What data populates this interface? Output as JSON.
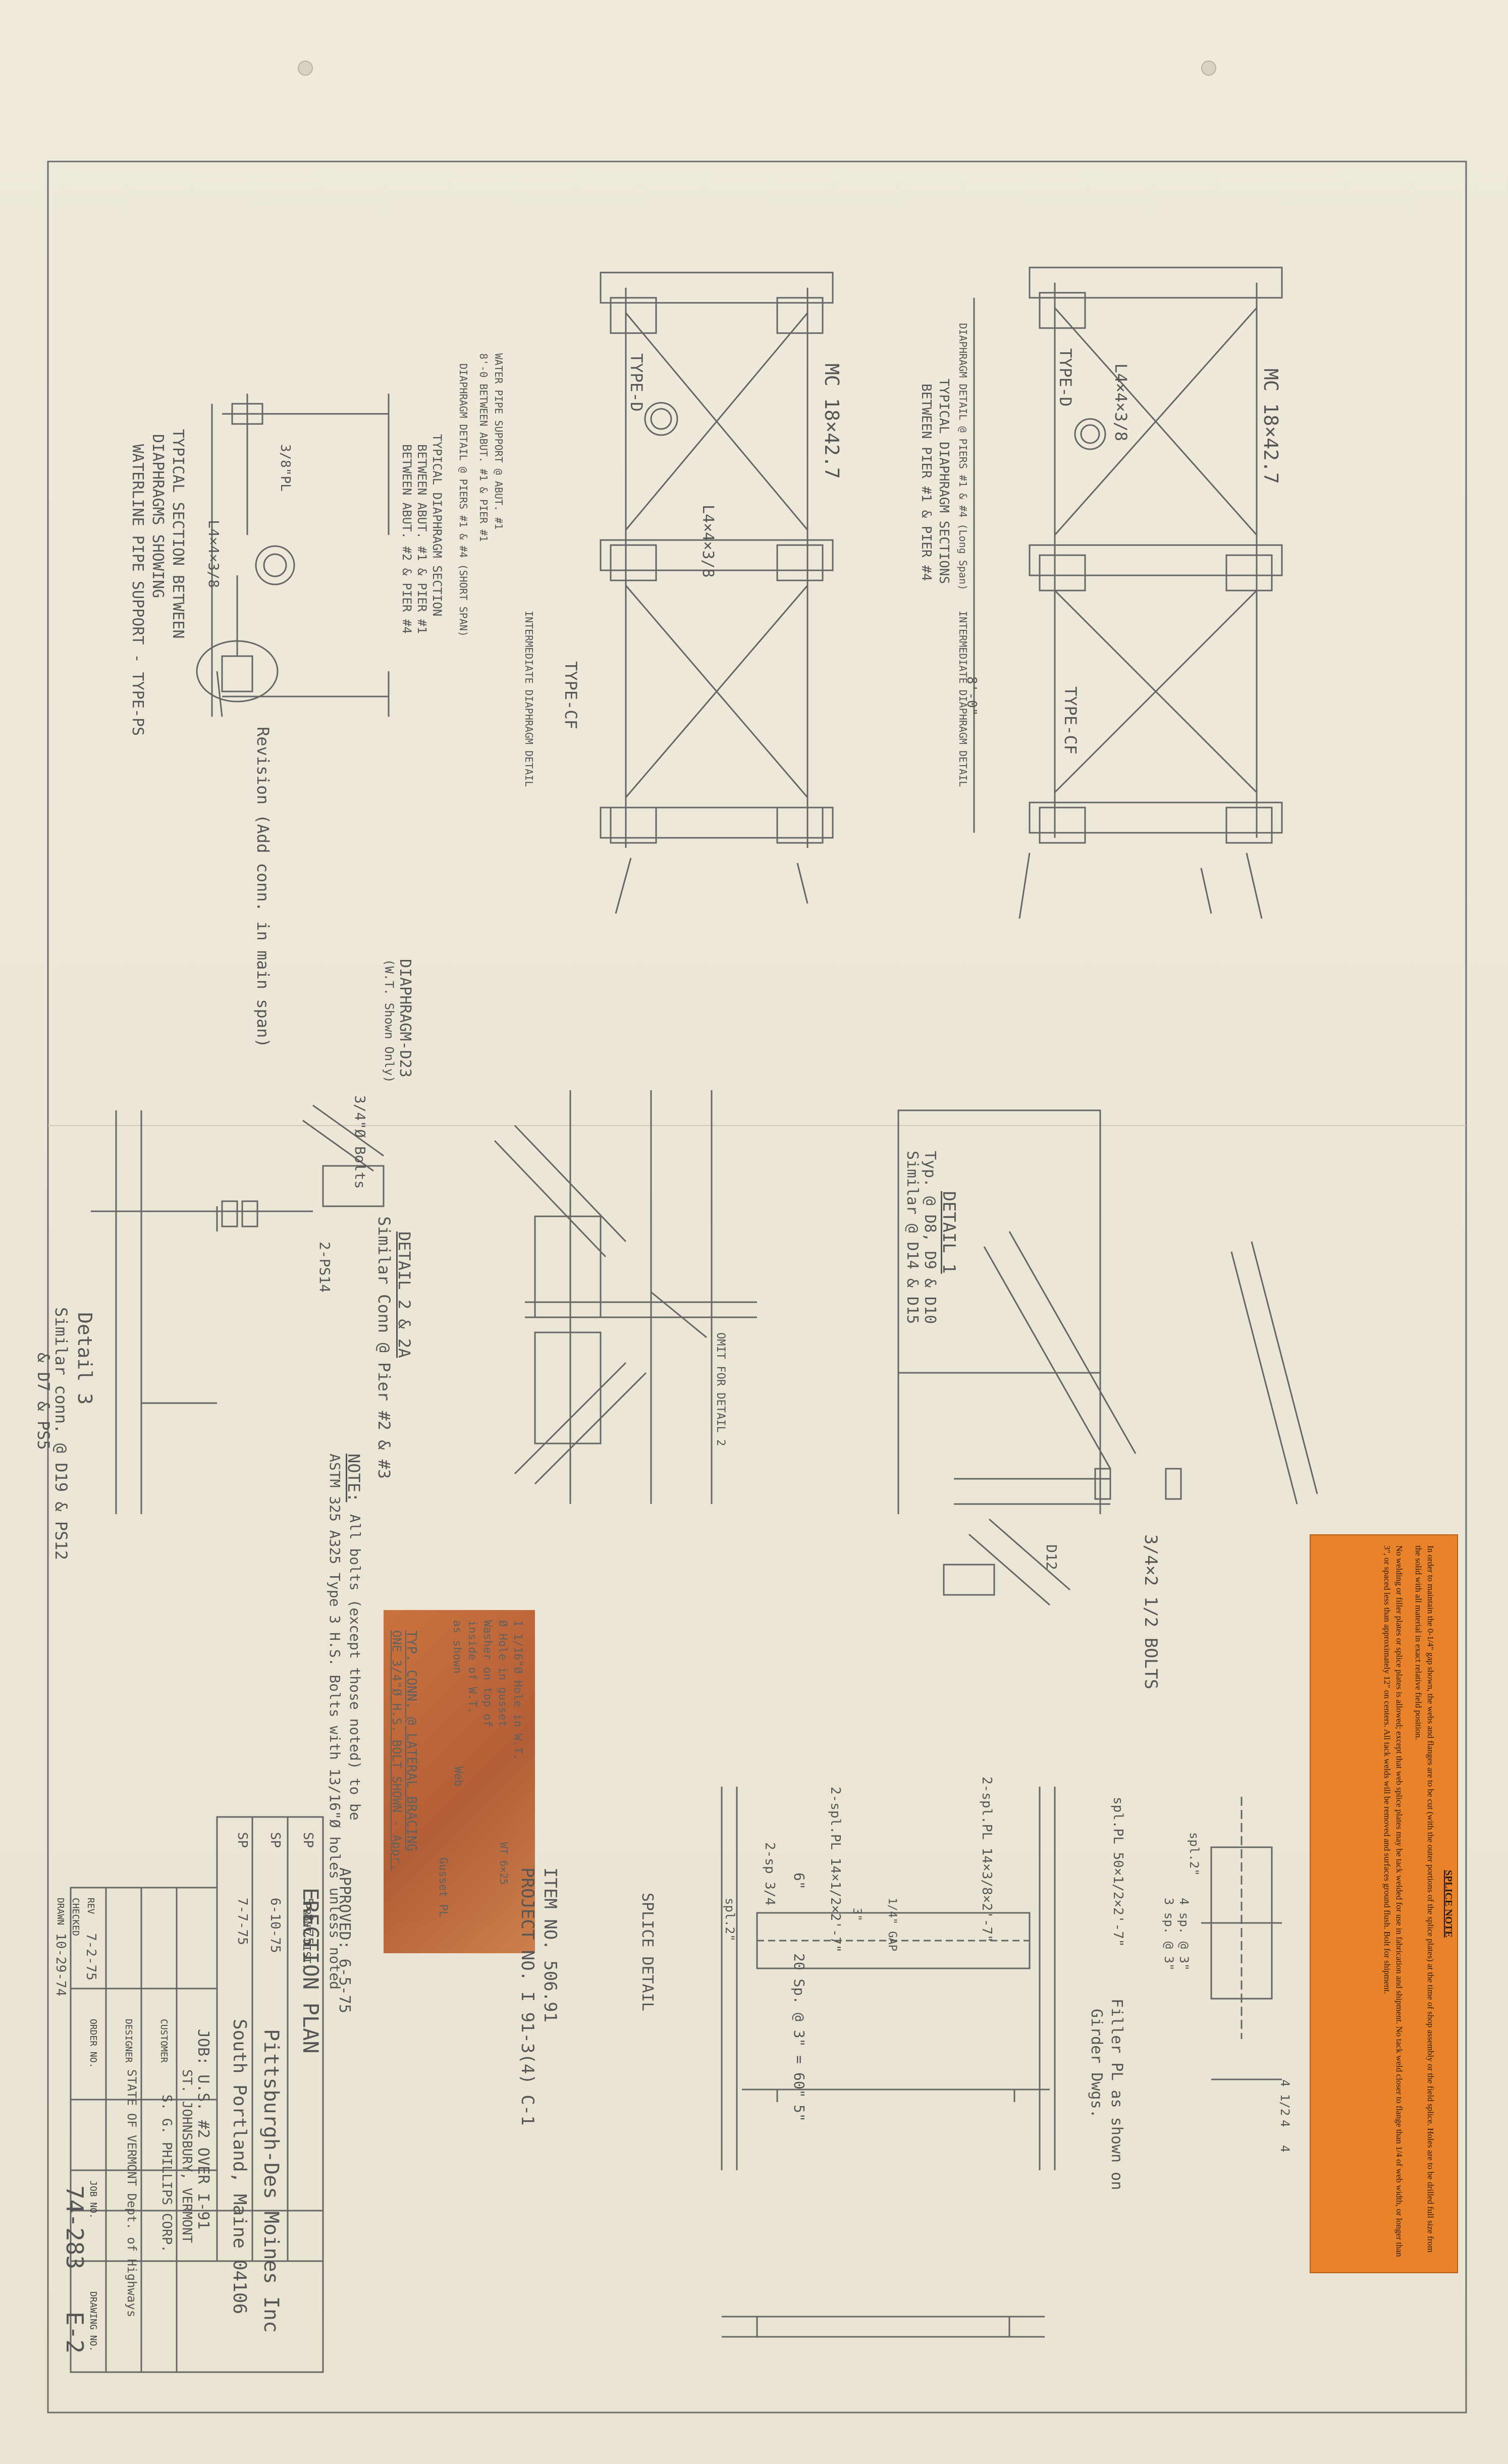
{
  "splice_note": {
    "heading": "SPLICE NOTE",
    "paragraph1": "In order to maintain the 0-1/4\" gap shown, the webs and flanges are to be cut (with the outer portions of the splice plates) at the time of shop assembly or the field splice. Holes are to be drilled full size from the solid with all material in exact relative field position.",
    "paragraph2": "No welding or filler plates or splice plates is allowed; except that web splice plates may be tack welded for use in fabrication and shipment. No tack weld closer to flange than 1/4 of web width, or longer than 3\", or spaced less than approximately 12\" on centers. All tack welds will be removed and surfaces ground flush. Bolt for shipment."
  },
  "top_sections_left": {
    "shape_top": "MC 18×42.7",
    "type_d": "TYPE-D",
    "type_cf": "TYPE-CF",
    "angle1": "L4×4×3/8",
    "caption1": "DIAPHRAGM DETAIL @ PIERS #1 & #4 (Long Span)",
    "caption2": "TYPICAL DIAPHRAGM SECTIONS",
    "caption3": "BETWEEN PIER #1 & PIER #4",
    "dim": "8'-0\"",
    "intermediate": "INTERMEDIATE DIAPHRAGM DETAIL"
  },
  "top_sections_middle": {
    "shape_top": "MC 18×42.7",
    "type_d": "TYPE-D",
    "type_cf": "TYPE-CF",
    "angle1": "L4×4×3/8",
    "caption_a": "WATER PIPE SUPPORT @ ABUT. #1",
    "caption_b": "8'-0 BETWEEN ABUT. #1 & PIER #1",
    "caption_c": "DIAPHRAGM DETAIL @ PIERS #1 & #4 (SHORT SPAN)",
    "caption_d": "TYPICAL DIAPHRAGM SECTION",
    "caption_e": "BETWEEN ABUT. #1 & PIER #1",
    "caption_f": "BETWEEN ABUT. #2 & PIER #4",
    "intermediate": "INTERMEDIATE DIAPHRAGM DETAIL"
  },
  "left_section": {
    "angle": "L4×4×3/8",
    "plate": "3/8\"PL",
    "title1": "TYPICAL SECTION BETWEEN",
    "title2": "DIAPHRAGMS SHOWING",
    "title3": "WATERLINE PIPE SUPPORT - TYPE-PS",
    "revision": "Revision (Add conn. in main span)"
  },
  "detail_2": {
    "label1": "DIAPHRAGM-D23",
    "label2": "(W.T. Shown Only)",
    "bolt": "3/4\"Ø Bolts",
    "plate": "2-PS14",
    "title": "DETAIL 2 & 2A",
    "similar": "Similar Conn @ Pier #2 & #3"
  },
  "detail_3": {
    "title": "Detail 3",
    "similar1": "Similar conn. @ D19 & PS12",
    "similar2": "& D7 & PS5"
  },
  "center_detail": {
    "omit_note": "OMIT FOR DETAIL 2"
  },
  "detail_1": {
    "title": "DETAIL 1",
    "note1": "Typ. @ D8, D9 & D10",
    "note2": "Similar @ D14 & D15",
    "piece": "D12",
    "bolts": "3/4×2 1/2 BOLTS"
  },
  "notes": {
    "heading": "NOTE:",
    "line1": "All bolts (except those noted) to be",
    "line2": "ASTM 325 A325 Type 3 H.S. Bolts with 13/16\"Ø holes unless noted"
  },
  "tape_note": {
    "line1": "1 1/16\"Ø Hole in W.T.",
    "line2": "Ø Hole in gusset",
    "line3": "Washer on top of",
    "line4": "inside of W.T.",
    "line5": "as shown",
    "web": "Web",
    "gusset": "Gusset PL",
    "wt": "WT 6×25",
    "title1": "TYP. CONN. @ LATERAL BRACING",
    "title2": "ONE 3/4\"Ø H.S. BOLT SHOWN - Appr."
  },
  "approved": "APPROVED: 6-5-75",
  "splice_detail": {
    "title": "SPLICE DETAIL",
    "plate_a": "2-spl.PL 14×1/2×2'-7\"",
    "plate_b": "2-spl.PL 14×3/8×2'-7\"",
    "plate_c": "2-sp 3/4",
    "web_plate": "spl.PL 50×1/2×2'-7\"",
    "dim_left": "5\"",
    "dim_mid": "20 Sp. @ 3\" = 60\"",
    "dim_right": "6\"",
    "filler": "Filler PL as shown on",
    "filler2": "Girder Dwgs.",
    "spl2": "spl.2\"",
    "gap": "1/4\" GAP",
    "flange_dim": "3\"",
    "side_dims": [
      "4 1/2",
      "4",
      "4"
    ],
    "side_note1": "4 sp. @ 3\"",
    "side_note2": "3 sp. @ 3\"",
    "side_top": "spl.2\""
  },
  "item": {
    "line1": "ITEM NO. 506.91",
    "line2": "PROJECT NO. I 91-3(4) C-1"
  },
  "title_block": {
    "sheet_title": "ERECTION PLAN",
    "company": "Pittsburgh-Des Moines Inc",
    "company2": "South Portland, Maine 04106",
    "job": "JOB: U.S. #2 OVER I-91",
    "location": "ST. JOHNSBURY, VERMONT",
    "customer_label": "CUSTOMER",
    "customer": "S. G. PHILLIPS CORP.",
    "designer_label": "DESIGNER",
    "designer": "STATE OF VERMONT Dept. of Highways",
    "order_label": "ORDER NO.",
    "job_label": "JOB NO.",
    "drawing_label": "DRAWING NO.",
    "job_no": "74-283",
    "drawing_no": "E-2",
    "print_dist": "PRINT DIST.",
    "rows": [
      {
        "code": "SP",
        "date": "5-8-75"
      },
      {
        "code": "SP",
        "date": "6-10-75"
      },
      {
        "code": "SP",
        "date": "7-7-75"
      }
    ],
    "rev_label": "REV",
    "rev_date": "7-2-75",
    "checked_label": "CHECKED",
    "drawn_label": "DRAWN",
    "drawn_date": "10-29-74"
  }
}
